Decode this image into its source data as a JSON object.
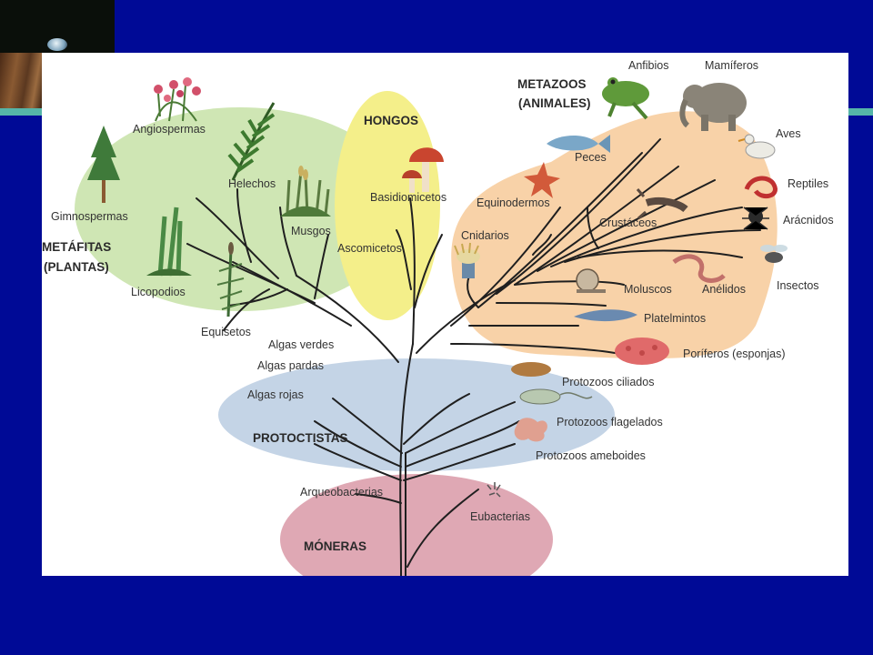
{
  "diagram": {
    "groups": {
      "plantas": {
        "title_line1": "METÁFITAS",
        "title_line2": "(PLANTAS)",
        "color": "#cfe6b4"
      },
      "hongos": {
        "title": "HONGOS",
        "color": "#f4ef8a"
      },
      "animales": {
        "title_line1": "METAZOOS",
        "title_line2": "(ANIMALES)",
        "color": "#f8d2a8"
      },
      "protoctistas": {
        "title": "PROTOCTISTAS",
        "color": "#c4d4e6"
      },
      "moneras": {
        "title": "MÓNERAS",
        "color": "#dfa8b4"
      }
    },
    "labels": {
      "angiospermas": "Angiospermas",
      "helechos": "Helechos",
      "gimnospermas": "Gimnospermas",
      "musgos": "Musgos",
      "licopodios": "Licopodios",
      "equisetos": "Equisetos",
      "basidiomicetos": "Basidiomicetos",
      "ascomicetos": "Ascomicetos",
      "anfibios": "Anfibios",
      "mamiferos": "Mamíferos",
      "aves": "Aves",
      "peces": "Peces",
      "reptiles": "Reptiles",
      "equinodermos": "Equinodermos",
      "aracnidos": "Arácnidos",
      "crustaceos": "Crustáceos",
      "cnidarios": "Cnidarios",
      "insectos": "Insectos",
      "moluscos": "Moluscos",
      "anelidos": "Anélidos",
      "platelmintos": "Platelmintos",
      "poriferos": "Poríferos (esponjas)",
      "algas_verdes": "Algas verdes",
      "algas_pardas": "Algas pardas",
      "algas_rojas": "Algas rojas",
      "protozoos_ciliados": "Protozoos ciliados",
      "protozoos_flagelados": "Protozoos flagelados",
      "protozoos_ameboides": "Protozoos ameboides",
      "arqueobacterias": "Arqueobacterias",
      "eubacterias": "Eubacterias"
    }
  }
}
